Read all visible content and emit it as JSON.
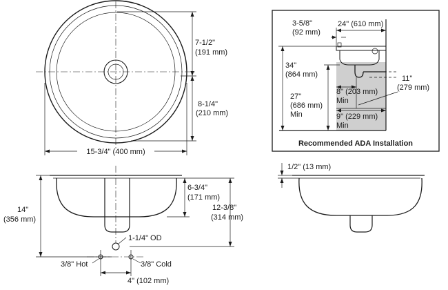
{
  "top_view": {
    "width_label": "15-3/4\" (400 mm)",
    "upper_depth_label": "7-1/2\"",
    "upper_depth_metric": "(191 mm)",
    "lower_depth_label": "8-1/4\"",
    "lower_depth_metric": "(210 mm)"
  },
  "ada": {
    "title": "Recommended ADA Installation",
    "setback_label": "3-5/8\"",
    "setback_metric": "(92 mm)",
    "counter_depth_label": "24\" (610 mm)",
    "rim_height_label": "34\"",
    "rim_height_metric": "(864 mm)",
    "knee_label": "27\"",
    "knee_metric": "(686 mm)",
    "knee_min": "Min",
    "apron_label": "8\" (203 mm)",
    "apron_min": "Min",
    "toe_label": "9\" (229 mm)",
    "toe_min": "Min",
    "clearance_label": "11\"",
    "clearance_metric": "(279 mm)",
    "colors": {
      "clearance_fill": "#cfcfcf",
      "ink": "#1a1a1a"
    }
  },
  "front_view": {
    "total_height_label": "14\"",
    "total_height_metric": "(356 mm)",
    "bowl_depth_label": "6-3/4\"",
    "bowl_depth_metric": "(171 mm)",
    "drain_height_label": "12-3/8\"",
    "drain_height_metric": "(314 mm)",
    "drain_label": "1-1/4\" OD",
    "hot_label": "3/8\" Hot",
    "cold_label": "3/8\" Cold",
    "spacing_label": "4\" (102 mm)"
  },
  "side_view": {
    "rim_label": "1/2\" (13 mm)"
  }
}
